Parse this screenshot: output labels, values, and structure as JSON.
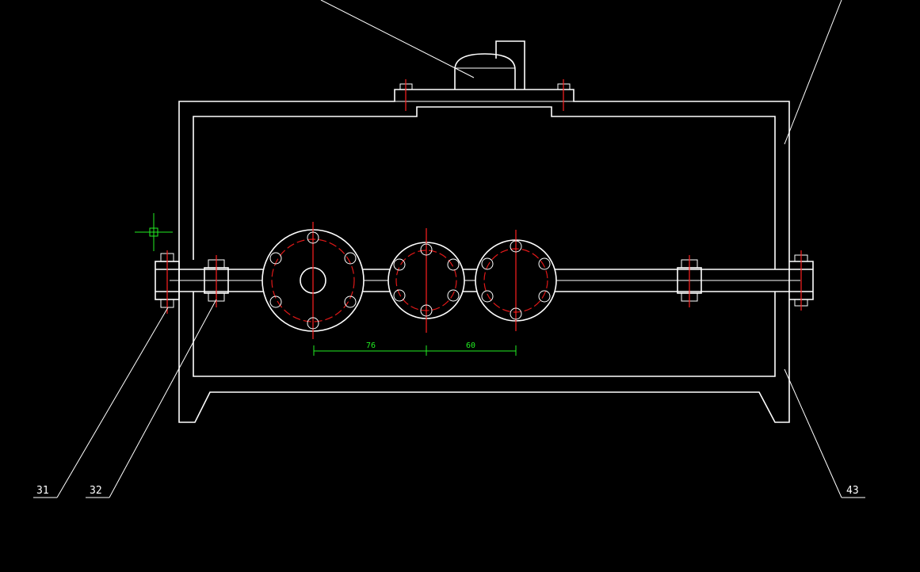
{
  "drawing": {
    "background": "#000000",
    "line_color": "#ffffff",
    "centerline_color": "#ff2020",
    "dimension_color": "#22ee22"
  },
  "labels": {
    "l31": "31",
    "l32": "32",
    "l43": "43"
  },
  "dimensions": {
    "d1": "76",
    "d2": "60"
  },
  "icons": {
    "cursor": "crosshair-cursor-icon"
  }
}
